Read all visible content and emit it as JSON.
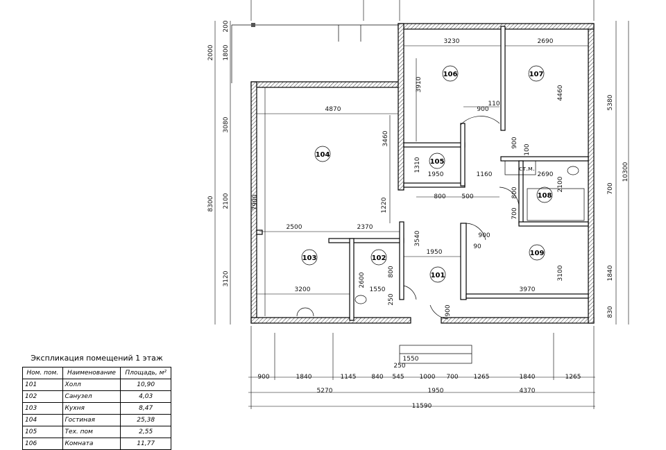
{
  "plan": {
    "rooms": [
      {
        "num": "101"
      },
      {
        "num": "102"
      },
      {
        "num": "103"
      },
      {
        "num": "104"
      },
      {
        "num": "105"
      },
      {
        "num": "106"
      },
      {
        "num": "107"
      },
      {
        "num": "108"
      },
      {
        "num": "109"
      }
    ],
    "text_labels": {
      "tech_mark": "ст.м."
    },
    "dimensions": [
      "3230",
      "2690",
      "3910",
      "900",
      "110",
      "4460",
      "5380",
      "10300",
      "4870",
      "3460",
      "900",
      "100",
      "1310",
      "1950",
      "1160",
      "2690",
      "2100",
      "800",
      "700",
      "800",
      "500",
      "1220",
      "2500",
      "2370",
      "3540",
      "900",
      "90",
      "1950",
      "1550",
      "700",
      "7900",
      "8300",
      "2000",
      "1800",
      "200",
      "3080",
      "2100",
      "3120",
      "3200",
      "2600",
      "1550",
      "800",
      "250",
      "900",
      "3100",
      "3970",
      "1840",
      "830",
      "900",
      "1840",
      "1145",
      "840",
      "545",
      "1000",
      "700",
      "1265",
      "1840",
      "1265",
      "5270",
      "1950",
      "4370",
      "11590",
      "250"
    ]
  },
  "legend": {
    "title": "Экспликация помещений 1 этаж",
    "headers": [
      "Ном. пом.",
      "Наименование",
      "Площадь, м²"
    ],
    "rows": [
      {
        "num": "101",
        "name": "Холл",
        "area": "10,90"
      },
      {
        "num": "102",
        "name": "Санузел",
        "area": "4,03"
      },
      {
        "num": "103",
        "name": "Кухня",
        "area": "8,47"
      },
      {
        "num": "104",
        "name": "Гостиная",
        "area": "25,38"
      },
      {
        "num": "105",
        "name": "Тех. пом",
        "area": "2,55"
      },
      {
        "num": "106",
        "name": "Комната",
        "area": "11,77"
      }
    ]
  }
}
